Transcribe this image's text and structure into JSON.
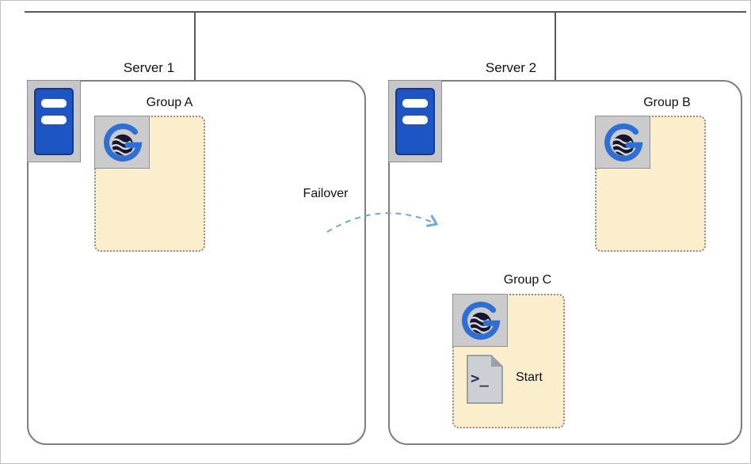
{
  "servers": {
    "server1": {
      "label": "Server 1"
    },
    "server2": {
      "label": "Server 2"
    }
  },
  "groups": {
    "group_a": {
      "label": "Group A"
    },
    "group_b": {
      "label": "Group B"
    },
    "group_c": {
      "label": "Group C",
      "start_label": "Start"
    }
  },
  "arrow": {
    "label": "Failover"
  },
  "icons": {
    "server_icon": "server-tower",
    "group_logo_icon": "cluster-group-logo",
    "script_icon": "start-script",
    "terminal_glyph": ">_"
  },
  "colors": {
    "group_fill": "#FBEECD",
    "group_border": "#8C8C8C",
    "server_border": "#7F7F7F",
    "network_line": "#595959",
    "arrow_blue": "#6FA8DC",
    "logo_blue": "#2C6FD6",
    "server_blue": "#1D55C4",
    "icon_tile_gray": "#CBCBCB"
  }
}
